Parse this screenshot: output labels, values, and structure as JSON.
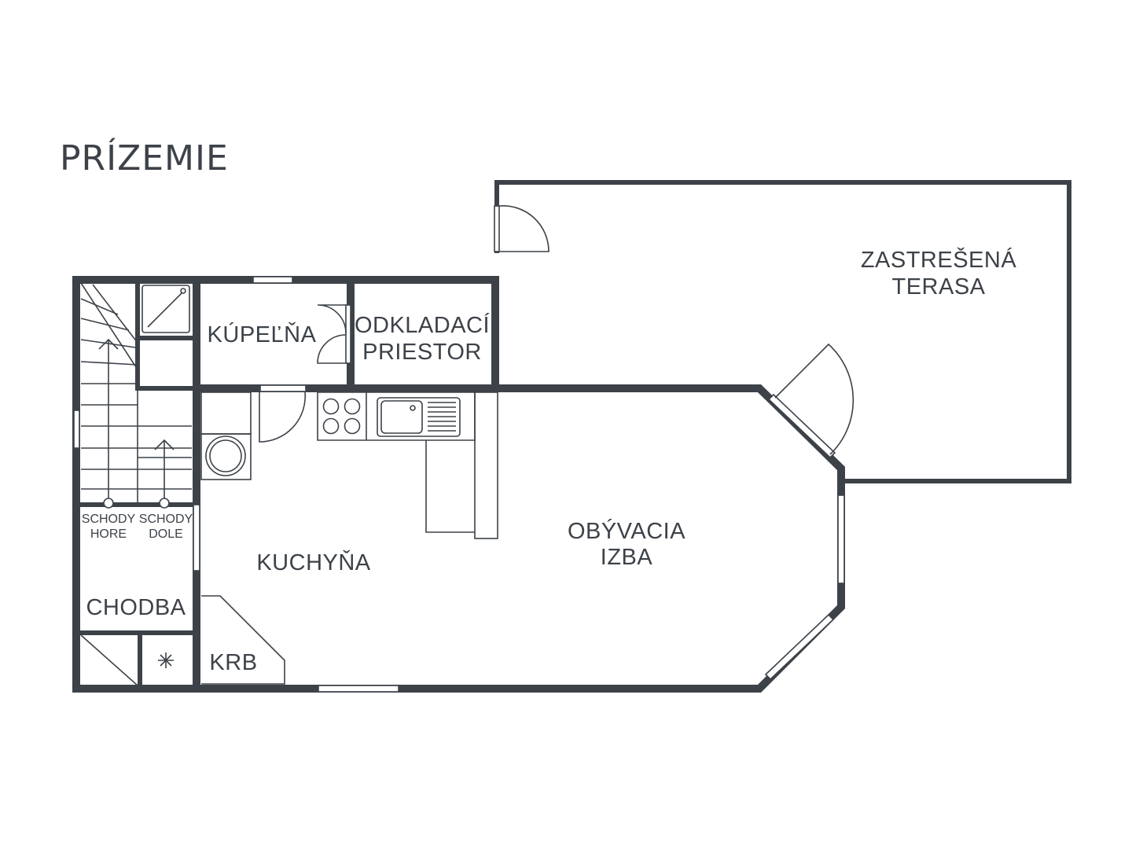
{
  "floor": {
    "title": "PRÍZEMIE"
  },
  "rooms": {
    "terrace": {
      "line1": "ZASTREŠENÁ",
      "line2": "TERASA"
    },
    "bathroom": {
      "line1": "KÚPEĽŇA"
    },
    "storage": {
      "line1": "ODKLADACÍ",
      "line2": "PRIESTOR"
    },
    "kitchen": {
      "line1": "KUCHYŇA"
    },
    "living": {
      "line1": "OBÝVACIA",
      "line2": "IZBA"
    },
    "hallway": {
      "line1": "CHODBA"
    },
    "fireplace": {
      "line1": "KRB"
    },
    "stairs_up": {
      "line1": "SCHODY",
      "line2": "HORE"
    },
    "stairs_down": {
      "line1": "SCHODY",
      "line2": "DOLE"
    }
  },
  "colors": {
    "wall": "#3d4249",
    "background": "#ffffff"
  },
  "symbols": {
    "hallway_cabinet": "asterisk-icon"
  }
}
